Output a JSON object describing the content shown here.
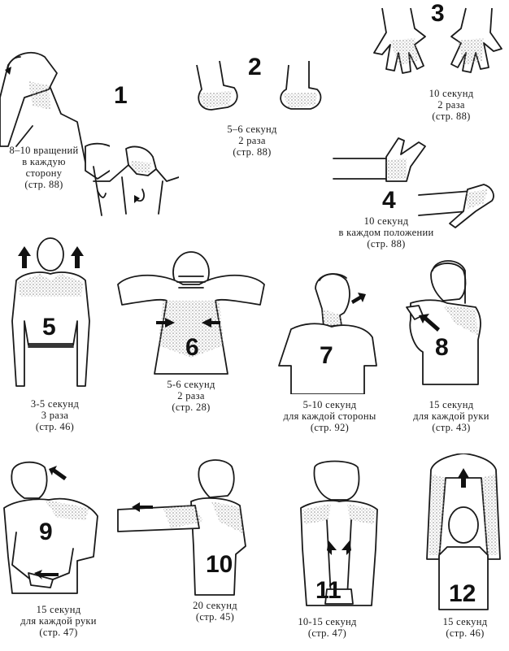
{
  "colors": {
    "ink": "#1a1a1a",
    "paper": "#ffffff",
    "stipple": "#9a9a9a"
  },
  "exercises": [
    {
      "number": "1",
      "caption": [
        "8–10 вращений",
        "в каждую",
        "сторону",
        "(стр. 88)"
      ]
    },
    {
      "number": "2",
      "caption": [
        "5–6 секунд",
        "2 раза",
        "(стр. 88)"
      ]
    },
    {
      "number": "3",
      "caption": [
        "10 секунд",
        "2 раза",
        "(стр. 88)"
      ]
    },
    {
      "number": "4",
      "caption": [
        "10 секунд",
        "в каждом положении",
        "(стр. 88)"
      ]
    },
    {
      "number": "5",
      "caption": [
        "3-5  секунд",
        "3 раза",
        "(стр. 46)"
      ]
    },
    {
      "number": "6",
      "caption": [
        "5-6  секунд",
        "2 раза",
        "(стр. 28)"
      ]
    },
    {
      "number": "7",
      "caption": [
        "5-10  секунд",
        "для каждой стороны",
        "(стр. 92)"
      ]
    },
    {
      "number": "8",
      "caption": [
        "15 секунд",
        "для каждой руки",
        "(стр. 43)"
      ]
    },
    {
      "number": "9",
      "caption": [
        "15 секунд",
        "для каждой руки",
        "(стр. 47)"
      ]
    },
    {
      "number": "10",
      "caption": [
        "20 секунд",
        "(стр. 45)"
      ]
    },
    {
      "number": "11",
      "caption": [
        "10-15  секунд",
        "(стр. 47)"
      ]
    },
    {
      "number": "12",
      "caption": [
        "15 секунд",
        "(стр. 46)"
      ]
    }
  ]
}
